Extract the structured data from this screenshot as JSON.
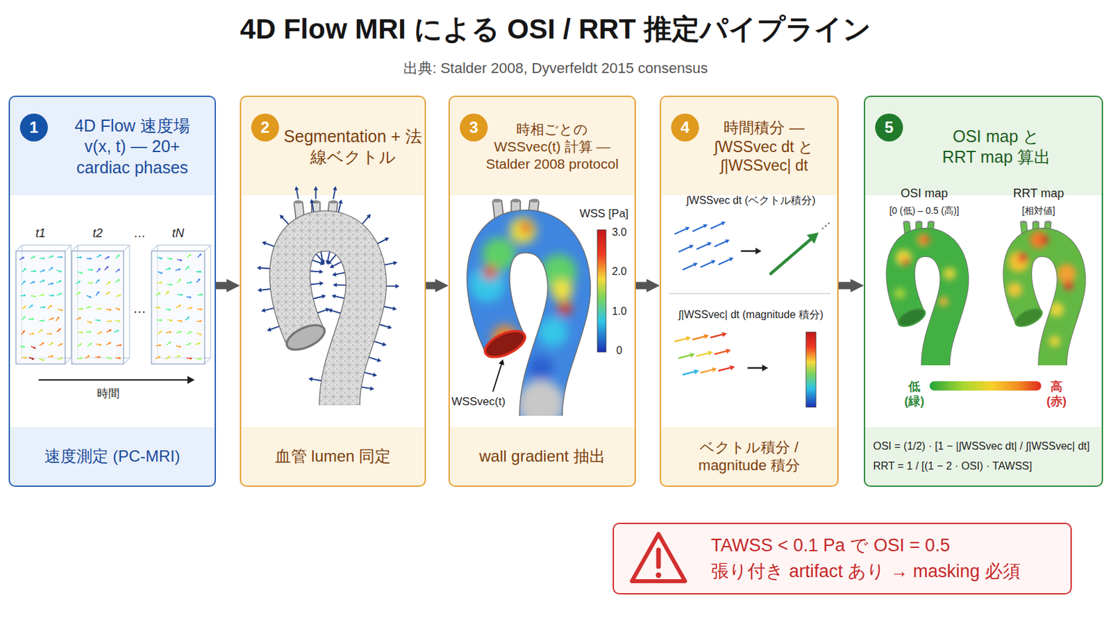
{
  "diagram": {
    "title": "4D Flow MRI による OSI / RRT 推定パイプライン",
    "caption": "出典: Stalder 2008, Dyverfeldt 2015 consensus",
    "nodes": [
      {
        "text": [
          "4D Flow 速度場 v(x, t) — 20+ cardiac phases",
          "速度測定 (PC-MRI)"
        ]
      },
      {
        "text": [
          "1"
        ],
        "in": 0
      },
      {
        "text": [
          "Segmentation + 法線ベクトル",
          "血管 lumen 同定"
        ]
      },
      {
        "text": [
          "2"
        ],
        "in": 2
      },
      {
        "text": [
          "時相ごとの WSSvec(t) 計算 — Stalder 2008 protocol",
          "wall gradient 抽出"
        ]
      },
      {
        "text": [
          "3"
        ],
        "in": 4
      },
      {
        "text": [
          "時間積分 — ∫WSSvec dt と ∫|WSSvec| dt",
          "ベクトル積分 / magnitude 積分"
        ]
      },
      {
        "text": [
          "4"
        ],
        "in": 6
      },
      {
        "text": [
          "OSI map と RRT map 算出",
          "OSI = (1/2) · [1 − |∫WSSvec dt| / ∫|WSSvec| dt]",
          "RRT = 1 / [(1 − 2 · OSI) · TAWSS]"
        ]
      },
      {
        "text": [
          "5"
        ],
        "in": 8
      },
      {
        "text": [
          "TAWSS < 0.1 Pa で OSI = 0.5",
          "張り付き artifact あり → masking 必須"
        ]
      }
    ],
    "edges": [
      {
        "from": 0,
        "to": 2,
        "arrow": "to"
      },
      {
        "from": 2,
        "to": 4,
        "arrow": "to"
      },
      {
        "from": 4,
        "to": 6,
        "arrow": "to"
      },
      {
        "from": 6,
        "to": 8,
        "arrow": "to"
      }
    ],
    "labels": [
      "t1",
      "t2",
      "…",
      "tN",
      "…",
      "時間",
      "WSS [Pa]",
      "3.0",
      "2.0",
      "1.0",
      "0",
      "WSSvec(t)",
      "∫WSSvec dt (ベクトル積分)",
      "∫|WSSvec| dt (magnitude 積分)",
      "OSI map",
      "[0 (低) – 0.5 (高)]",
      "RRT map",
      "[相対値]",
      "低 (緑)",
      "高 (赤)"
    ]
  }
}
